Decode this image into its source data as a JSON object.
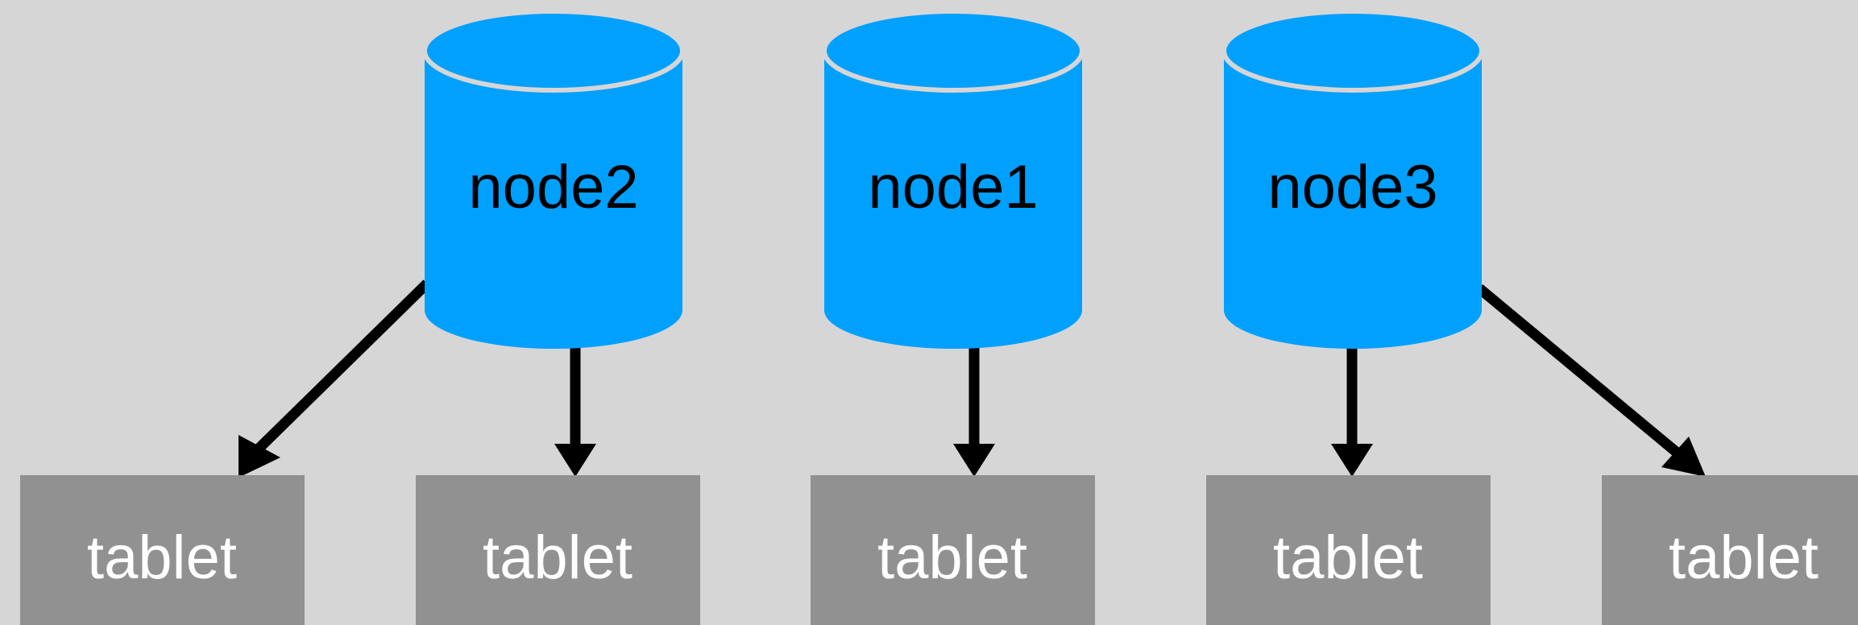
{
  "colors": {
    "background": "#d6d6d6",
    "node_fill": "#00a0ff",
    "node_outline": "#d6d6d6",
    "tablet_fill": "#919191",
    "edge": "#000000"
  },
  "nodes": [
    {
      "id": "node2",
      "label": "node2"
    },
    {
      "id": "node1",
      "label": "node1"
    },
    {
      "id": "node3",
      "label": "node3"
    }
  ],
  "tablets": [
    {
      "id": "t1",
      "label": "tablet"
    },
    {
      "id": "t2",
      "label": "tablet"
    },
    {
      "id": "t3",
      "label": "tablet"
    },
    {
      "id": "t4",
      "label": "tablet"
    },
    {
      "id": "t5",
      "label": "tablet"
    }
  ],
  "edges": [
    {
      "from": "node2",
      "to": "t1"
    },
    {
      "from": "node2",
      "to": "t2"
    },
    {
      "from": "node1",
      "to": "t3"
    },
    {
      "from": "node3",
      "to": "t4"
    },
    {
      "from": "node3",
      "to": "t5"
    }
  ]
}
